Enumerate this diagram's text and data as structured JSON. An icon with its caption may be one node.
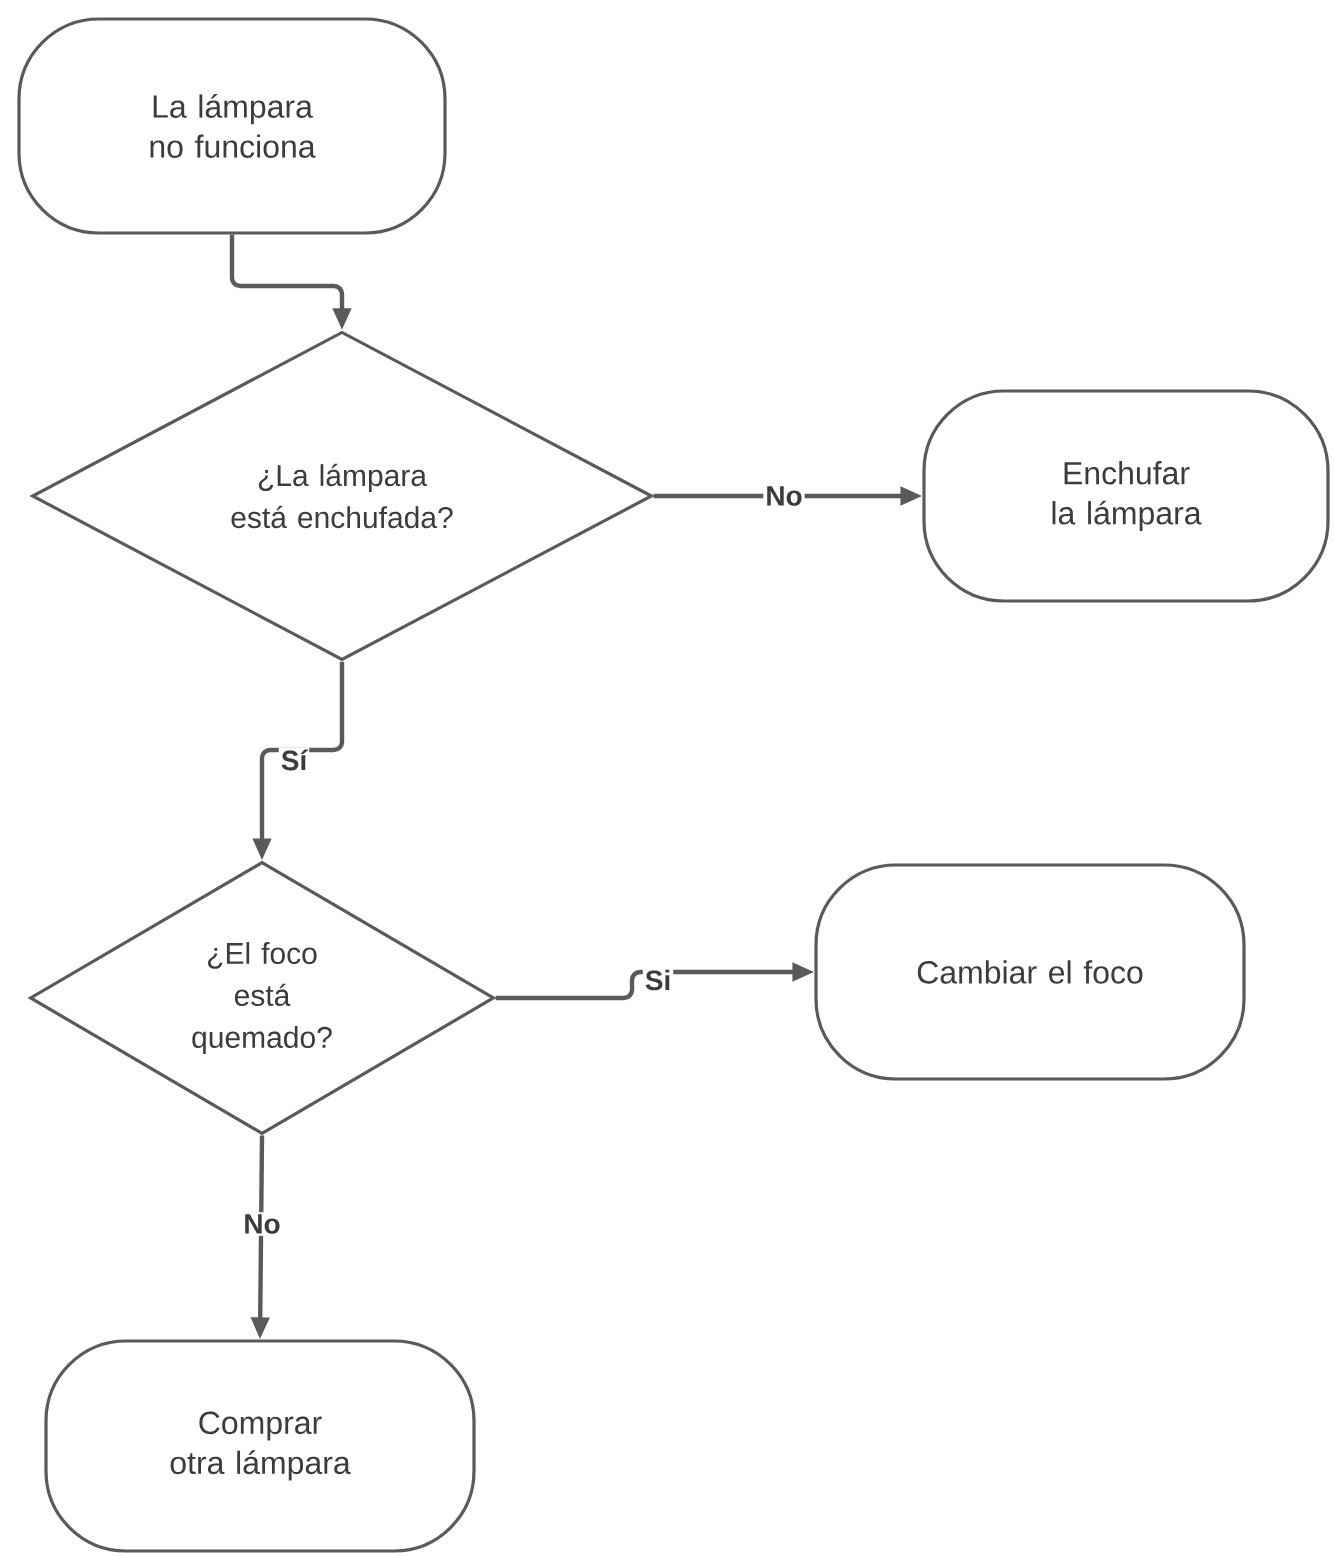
{
  "diagram": {
    "nodes": [
      {
        "text": [
          "La lámpara no funciona"
        ]
      },
      {
        "text": [
          "¿La lámpara está enchufada?"
        ]
      },
      {
        "text": [
          "Enchufar la lámpara"
        ]
      },
      {
        "text": [
          "¿El foco está quemado?"
        ]
      },
      {
        "text": [
          "Cambiar el foco"
        ]
      },
      {
        "text": [
          "Comprar otra lámpara"
        ]
      }
    ],
    "edges": [
      {
        "from": 0,
        "to": 1,
        "arrow": "to"
      },
      {
        "from": 1,
        "to": 2,
        "arrow": "to",
        "label": "No"
      },
      {
        "from": 1,
        "to": 3,
        "arrow": "to",
        "label": "Sí"
      },
      {
        "from": 3,
        "to": 4,
        "arrow": "to",
        "label": "Si"
      },
      {
        "from": 3,
        "to": 5,
        "arrow": "to",
        "label": "No"
      }
    ]
  }
}
